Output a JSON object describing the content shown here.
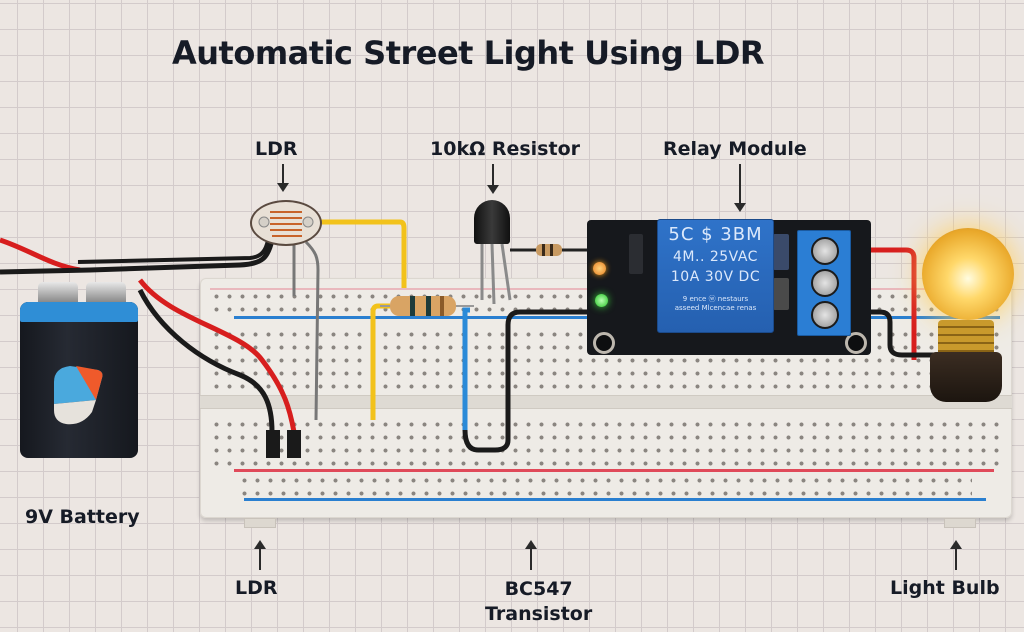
{
  "title": "Automatic Street Light Using LDR",
  "labels": {
    "top": [
      {
        "id": "ldr",
        "text": "LDR"
      },
      {
        "id": "resistor",
        "text": "10kΩ Resistor"
      },
      {
        "id": "relay",
        "text": "Relay Module"
      }
    ],
    "battery": "9V Battery",
    "bottom": [
      {
        "id": "ldr",
        "text": "LDR"
      },
      {
        "id": "transistor",
        "line1": "BC547",
        "line2": "Transistor"
      },
      {
        "id": "bulb",
        "text": "Light Bulb"
      }
    ]
  },
  "relay_module": {
    "line1": "5C $ 3BM",
    "line2": "4M.. 25VAC",
    "line3": "10A  30V DC",
    "line4": "9 ence ⓦ nestaurs\nasseed Mlcencae renas",
    "led_power_color": "#f39c12",
    "led_signal_color": "#3bd43b"
  },
  "colors": {
    "wire_red": "#d71e1e",
    "wire_black": "#1a1a1a",
    "wire_yellow": "#f2c21b",
    "wire_blue": "#2a8ad8",
    "rail_red": "#e04a5a",
    "rail_blue": "#2a7fd0"
  }
}
